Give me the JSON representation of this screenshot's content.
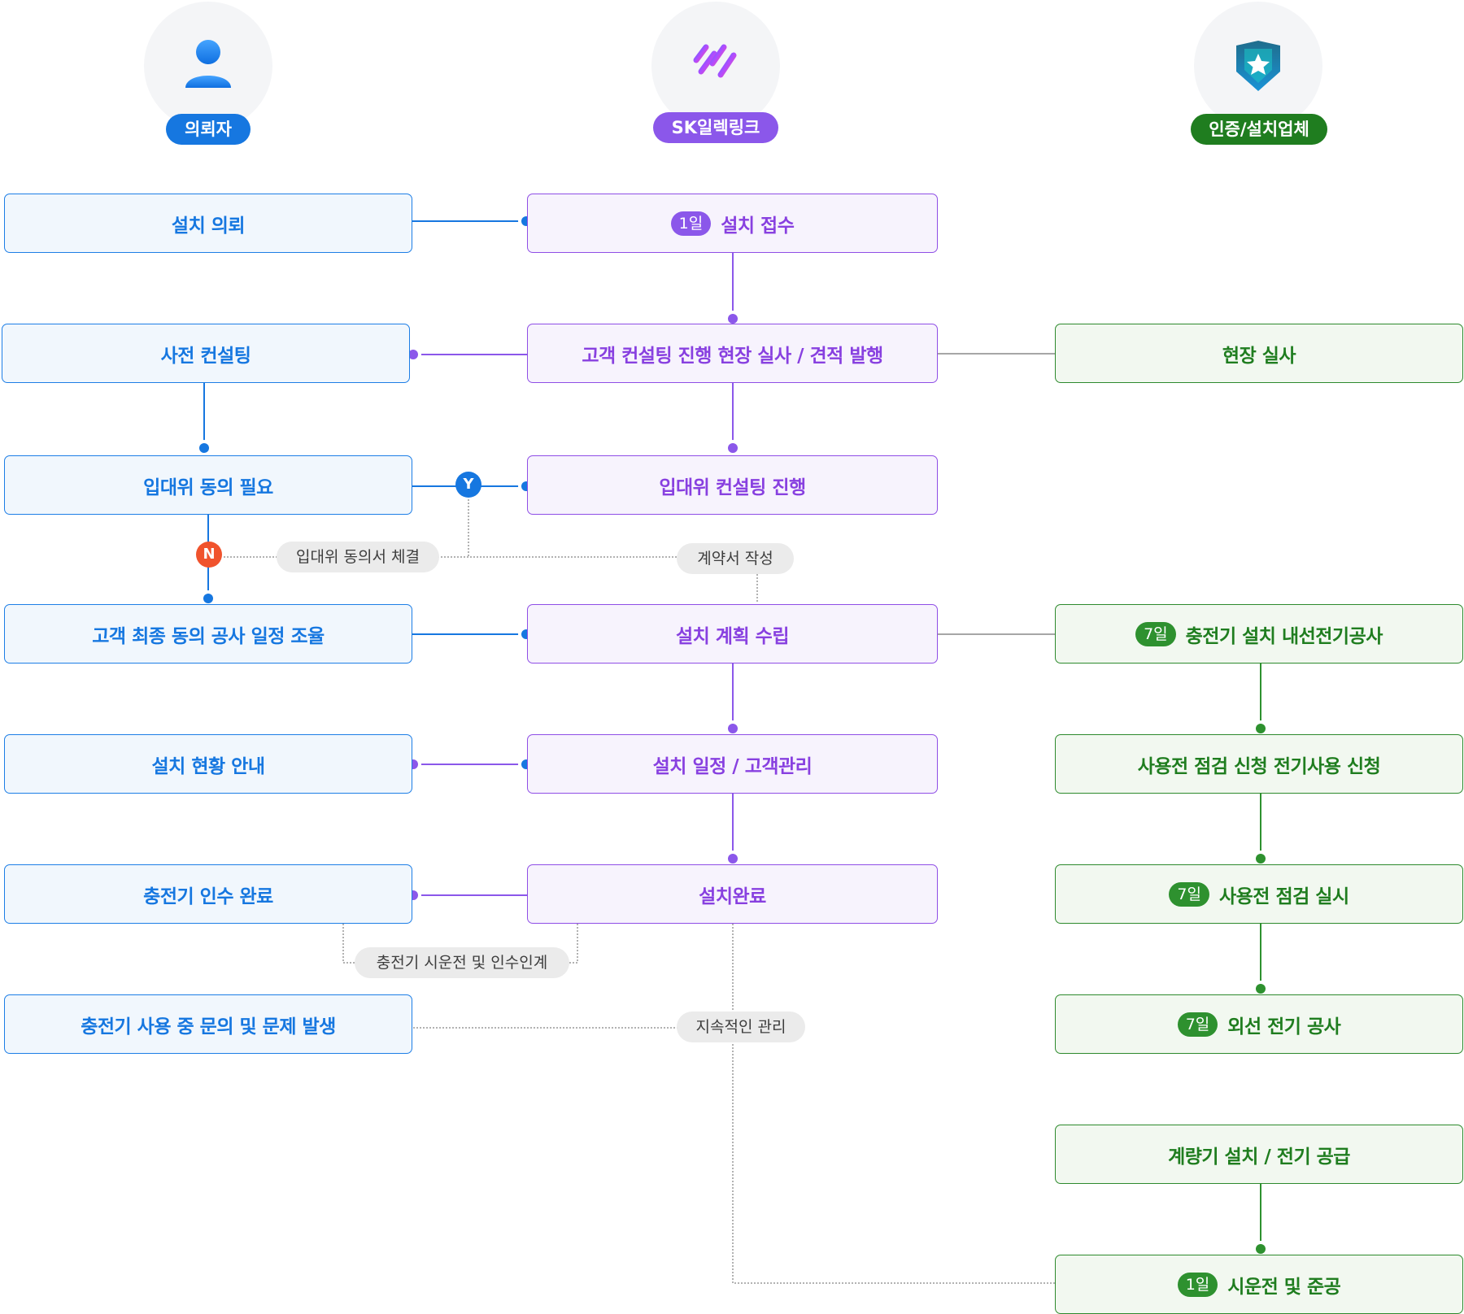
{
  "lanes": [
    {
      "name": "의뢰자",
      "icon": "person-icon",
      "color": "#1677e0"
    },
    {
      "name": "SK일렉링크",
      "icon": "sk-electlink-logo-icon",
      "color": "#8b57ea"
    },
    {
      "name": "인증/설치업체",
      "icon": "star-shield-icon",
      "color": "#1f7d1f"
    }
  ],
  "requester": {
    "install_request": "설치 의뢰",
    "pre_consulting": "사전 컨설팅",
    "agent_consent_needed": "입대위 동의 필요",
    "final_agreement": "고객 최종 동의 공사 일정 조율",
    "install_status": "설치 현황 안내",
    "charger_handover": "충전기 인수 완료",
    "issue_during_use": "충전기 사용 중 문의 및 문제 발생"
  },
  "sk": {
    "receipt": {
      "days": "1일",
      "label": "설치 접수"
    },
    "consulting": "고객 컨설팅 진행 현장 실사 / 견적 발행",
    "agent_consulting": "입대위 컨설팅 진행",
    "install_plan": "설치 계획 수립",
    "schedule": "설치 일정 / 고객관리",
    "complete": "설치완료"
  },
  "vendor": {
    "site_survey": "현장 실사",
    "wiring": {
      "days": "7일",
      "label": "충전기 설치 내선전기공사"
    },
    "inspection_apply": "사용전 점검 신청 전기사용 신청",
    "inspection": {
      "days": "7일",
      "label": "사용전 점검 실시"
    },
    "outside_wiring": {
      "days": "7일",
      "label": "외선 전기 공사"
    },
    "meter": "계량기 설치 / 전기 공급",
    "test_run": {
      "days": "1일",
      "label": "시운전 및 준공"
    }
  },
  "notes": {
    "consent_signed": "입대위 동의서 체결",
    "contract": "계약서 작성",
    "handover_note": "충전기 시운전 및 인수인계",
    "ongoing": "지속적인 관리"
  },
  "decision": {
    "yes": "Y",
    "no": "N"
  },
  "colors": {
    "blue": "#1677e0",
    "purple": "#8b57ea",
    "green": "#1f7d1f",
    "no_red": "#f0532d"
  }
}
